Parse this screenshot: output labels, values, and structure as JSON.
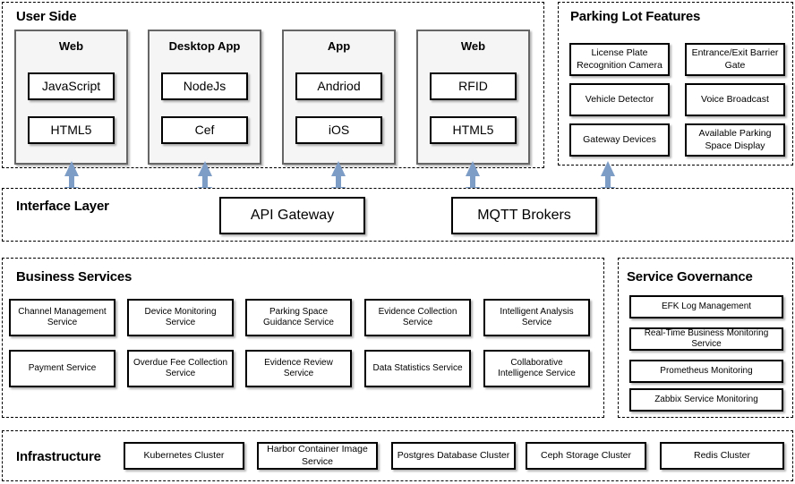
{
  "colors": {
    "arrow": "#7d9cc6",
    "panel_border": "#000000",
    "card_border": "#666666",
    "card_fill": "#f5f5f5",
    "box_border": "#000000"
  },
  "user_side": {
    "title": "User Side",
    "cards": [
      {
        "title": "Web",
        "items": [
          "JavaScript",
          "HTML5"
        ]
      },
      {
        "title": "Desktop App",
        "items": [
          "NodeJs",
          "Cef"
        ]
      },
      {
        "title": "App",
        "items": [
          "Andriod",
          "iOS"
        ]
      },
      {
        "title": "Web",
        "items": [
          "RFID",
          "HTML5"
        ]
      }
    ]
  },
  "parking_lot_features": {
    "title": "Parking Lot Features",
    "items": [
      "License Plate Recognition Camera",
      "Entrance/Exit Barrier Gate",
      "Vehicle Detector",
      "Voice Broadcast",
      "Gateway Devices",
      "Available Parking Space Display"
    ]
  },
  "interface_layer": {
    "title": "Interface Layer",
    "items": [
      "API Gateway",
      "MQTT Brokers"
    ]
  },
  "business_services": {
    "title": "Business Services",
    "items": [
      "Channel Management Service",
      "Device Monitoring Service",
      "Parking Space Guidance Service",
      "Evidence Collection Service",
      "Intelligent Analysis Service",
      "Payment Service",
      "Overdue Fee Collection Service",
      "Evidence Review Service",
      "Data Statistics Service",
      "Collaborative Intelligence Service"
    ]
  },
  "service_governance": {
    "title": "Service Governance",
    "items": [
      "EFK Log Management",
      "Real-Time Business Monitoring Service",
      "Prometheus Monitoring",
      "Zabbix Service Monitoring"
    ]
  },
  "infrastructure": {
    "title": "Infrastructure",
    "items": [
      "Kubernetes Cluster",
      "Harbor Container Image Service",
      "Postgres Database Cluster",
      "Ceph Storage Cluster",
      "Redis Cluster"
    ]
  },
  "connectors": {
    "label": "bidirectional-arrow",
    "count": 5
  }
}
